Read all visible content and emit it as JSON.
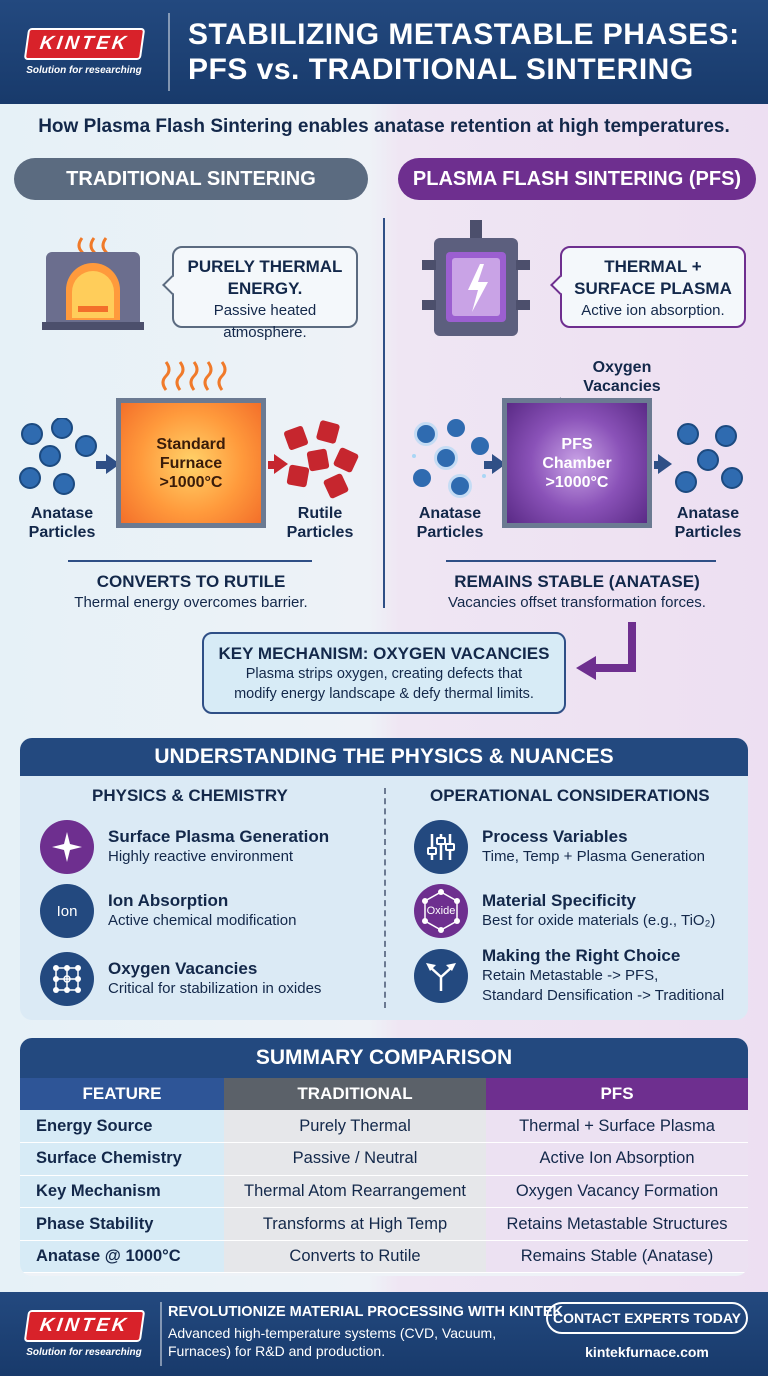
{
  "brand": {
    "logo": "KINTEK",
    "tagline": "Solution for researching"
  },
  "header": {
    "title_line1": "STABILIZING METASTABLE PHASES:",
    "title_line2": "PFS vs. TRADITIONAL SINTERING"
  },
  "subtitle": "How Plasma Flash Sintering enables anatase retention at high temperatures.",
  "traditional": {
    "heading": "TRADITIONAL SINTERING",
    "callout_strong": "PURELY THERMAL ENERGY.",
    "callout_text": "Passive heated atmosphere.",
    "chamber_line1": "Standard",
    "chamber_line2": "Furnace",
    "chamber_line3": ">1000°C",
    "input_label_1": "Anatase",
    "input_label_2": "Particles",
    "output_label_1": "Rutile",
    "output_label_2": "Particles",
    "result_title": "CONVERTS TO RUTILE",
    "result_text": "Thermal energy overcomes barrier."
  },
  "pfs": {
    "heading": "PLASMA FLASH SINTERING (PFS)",
    "callout_strong_1": "THERMAL +",
    "callout_strong_2": "SURFACE PLASMA",
    "callout_text": "Active ion absorption.",
    "vacancy_label_1": "Oxygen",
    "vacancy_label_2": "Vacancies",
    "chamber_line1": "PFS",
    "chamber_line2": "Chamber",
    "chamber_line3": ">1000°C",
    "input_label_1": "Anatase",
    "input_label_2": "Particles",
    "output_label_1": "Anatase",
    "output_label_2": "Particles",
    "result_title": "REMAINS STABLE (ANATASE)",
    "result_text": "Vacancies offset transformation forces."
  },
  "mechanism": {
    "title": "KEY MECHANISM: OXYGEN VACANCIES",
    "line1": "Plasma strips oxygen, creating defects that",
    "line2": "modify energy landscape & defy thermal limits."
  },
  "physics": {
    "heading": "UNDERSTANDING THE PHYSICS & NUANCES",
    "left_heading": "PHYSICS & CHEMISTRY",
    "right_heading": "OPERATIONAL CONSIDERATIONS",
    "left_items": [
      {
        "title": "Surface Plasma Generation",
        "desc": "Highly reactive environment"
      },
      {
        "title": "Ion Absorption",
        "desc": "Active chemical modification",
        "icon_text": "Ion"
      },
      {
        "title": "Oxygen Vacancies",
        "desc": "Critical for stabilization in oxides"
      }
    ],
    "right_items": [
      {
        "title": "Process Variables",
        "desc": "Time, Temp + Plasma Generation"
      },
      {
        "title": "Material Specificity",
        "desc": "Best for oxide materials (e.g., TiO₂)",
        "icon_text": "Oxide"
      },
      {
        "title": "Making the Right Choice",
        "desc": "Retain Metastable -> PFS,",
        "desc2": "Standard Densification -> Traditional"
      }
    ]
  },
  "summary": {
    "heading": "SUMMARY COMPARISON",
    "columns": [
      "FEATURE",
      "TRADITIONAL",
      "PFS"
    ],
    "rows": [
      [
        "Energy Source",
        "Purely Thermal",
        "Thermal + Surface Plasma"
      ],
      [
        "Surface Chemistry",
        "Passive / Neutral",
        "Active Ion Absorption"
      ],
      [
        "Key Mechanism",
        "Thermal Atom Rearrangement",
        "Oxygen Vacancy Formation"
      ],
      [
        "Phase Stability",
        "Transforms at High Temp",
        "Retains Metastable Structures"
      ],
      [
        "Anatase @ 1000°C",
        "Converts to Rutile",
        "Remains Stable (Anatase)"
      ]
    ]
  },
  "footer": {
    "title": "REVOLUTIONIZE MATERIAL PROCESSING WITH KINTEK",
    "desc": "Advanced high-temperature systems (CVD, Vacuum, Furnaces) for R&D and production.",
    "cta": "CONTACT EXPERTS TODAY",
    "site": "kintekfurnace.com"
  },
  "colors": {
    "navy": "#23497f",
    "purple": "#6e2f8f",
    "slate": "#5b6b80",
    "red": "#d8222a"
  }
}
